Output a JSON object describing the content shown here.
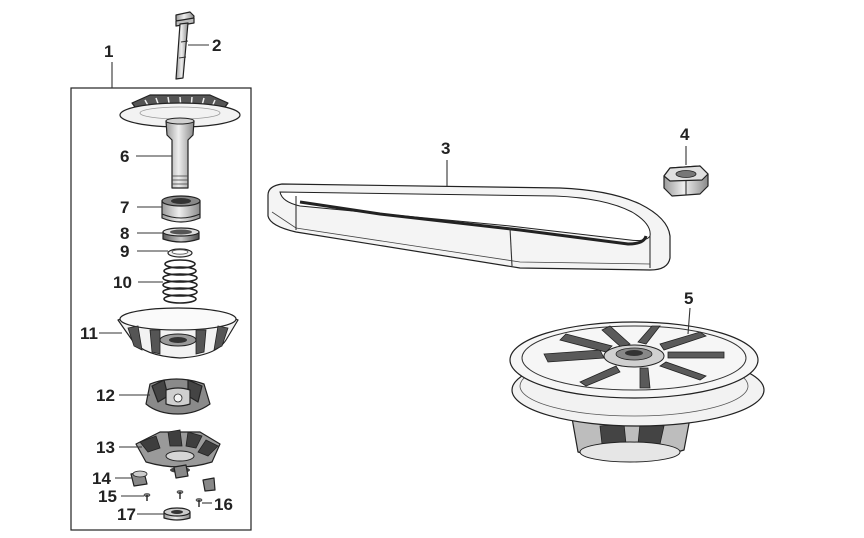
{
  "callouts": {
    "c1": "1",
    "c2": "2",
    "c3": "3",
    "c4": "4",
    "c5": "5",
    "c6": "6",
    "c7": "7",
    "c8": "8",
    "c9": "9",
    "c10": "10",
    "c11": "11",
    "c12": "12",
    "c13": "13",
    "c14": "14",
    "c15": "15",
    "c16": "16",
    "c17": "17"
  },
  "colors": {
    "part_fill": "#f2f2f2",
    "part_shade": "#bdbdbd",
    "part_dark": "#6d6d6d",
    "line": "#222222"
  }
}
